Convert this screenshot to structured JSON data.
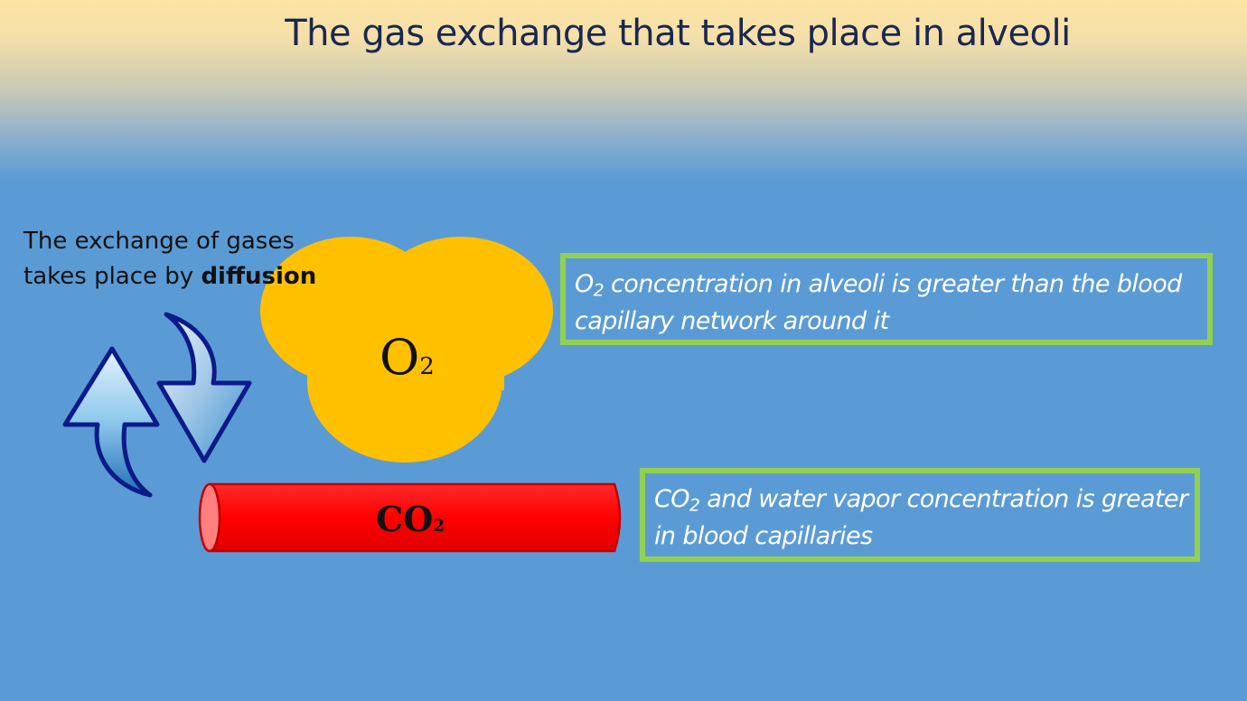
{
  "title": "The gas exchange that takes place in alveoli",
  "intro": {
    "line1": "The exchange of gases",
    "line2_prefix": "takes place by ",
    "line2_bold": "diffusion"
  },
  "alveolus": {
    "formula": "O",
    "subscript": "2"
  },
  "capillary": {
    "formula": "CO",
    "subscript": "2"
  },
  "box_o2": {
    "formula": "O",
    "subscript": "2",
    "text": " concentration in alveoli is greater than the blood capillary network around it"
  },
  "box_co2": {
    "formula": "CO",
    "subscript": "2",
    "text": " and water vapor concentration is greater in blood capillaries"
  },
  "colors": {
    "cloud": "#ffc000",
    "tube": "#ff0000",
    "box_border": "#92d050",
    "arrow_outline": "#0c1a8a",
    "background": "#5b9bd5"
  }
}
